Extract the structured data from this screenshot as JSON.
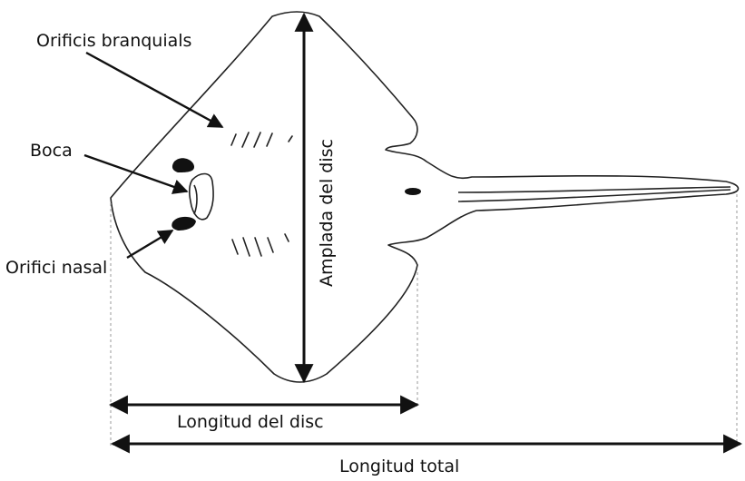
{
  "labels": {
    "gill_openings": "Orificis branquials",
    "mouth": "Boca",
    "nostril": "Orifici nasal",
    "disc_width": "Amplada del disc",
    "disc_length": "Longitud del disc",
    "total_length": "Longitud total"
  },
  "colors": {
    "line": "#111111",
    "outline": "#222222",
    "dashed": "#9a9a9a"
  }
}
